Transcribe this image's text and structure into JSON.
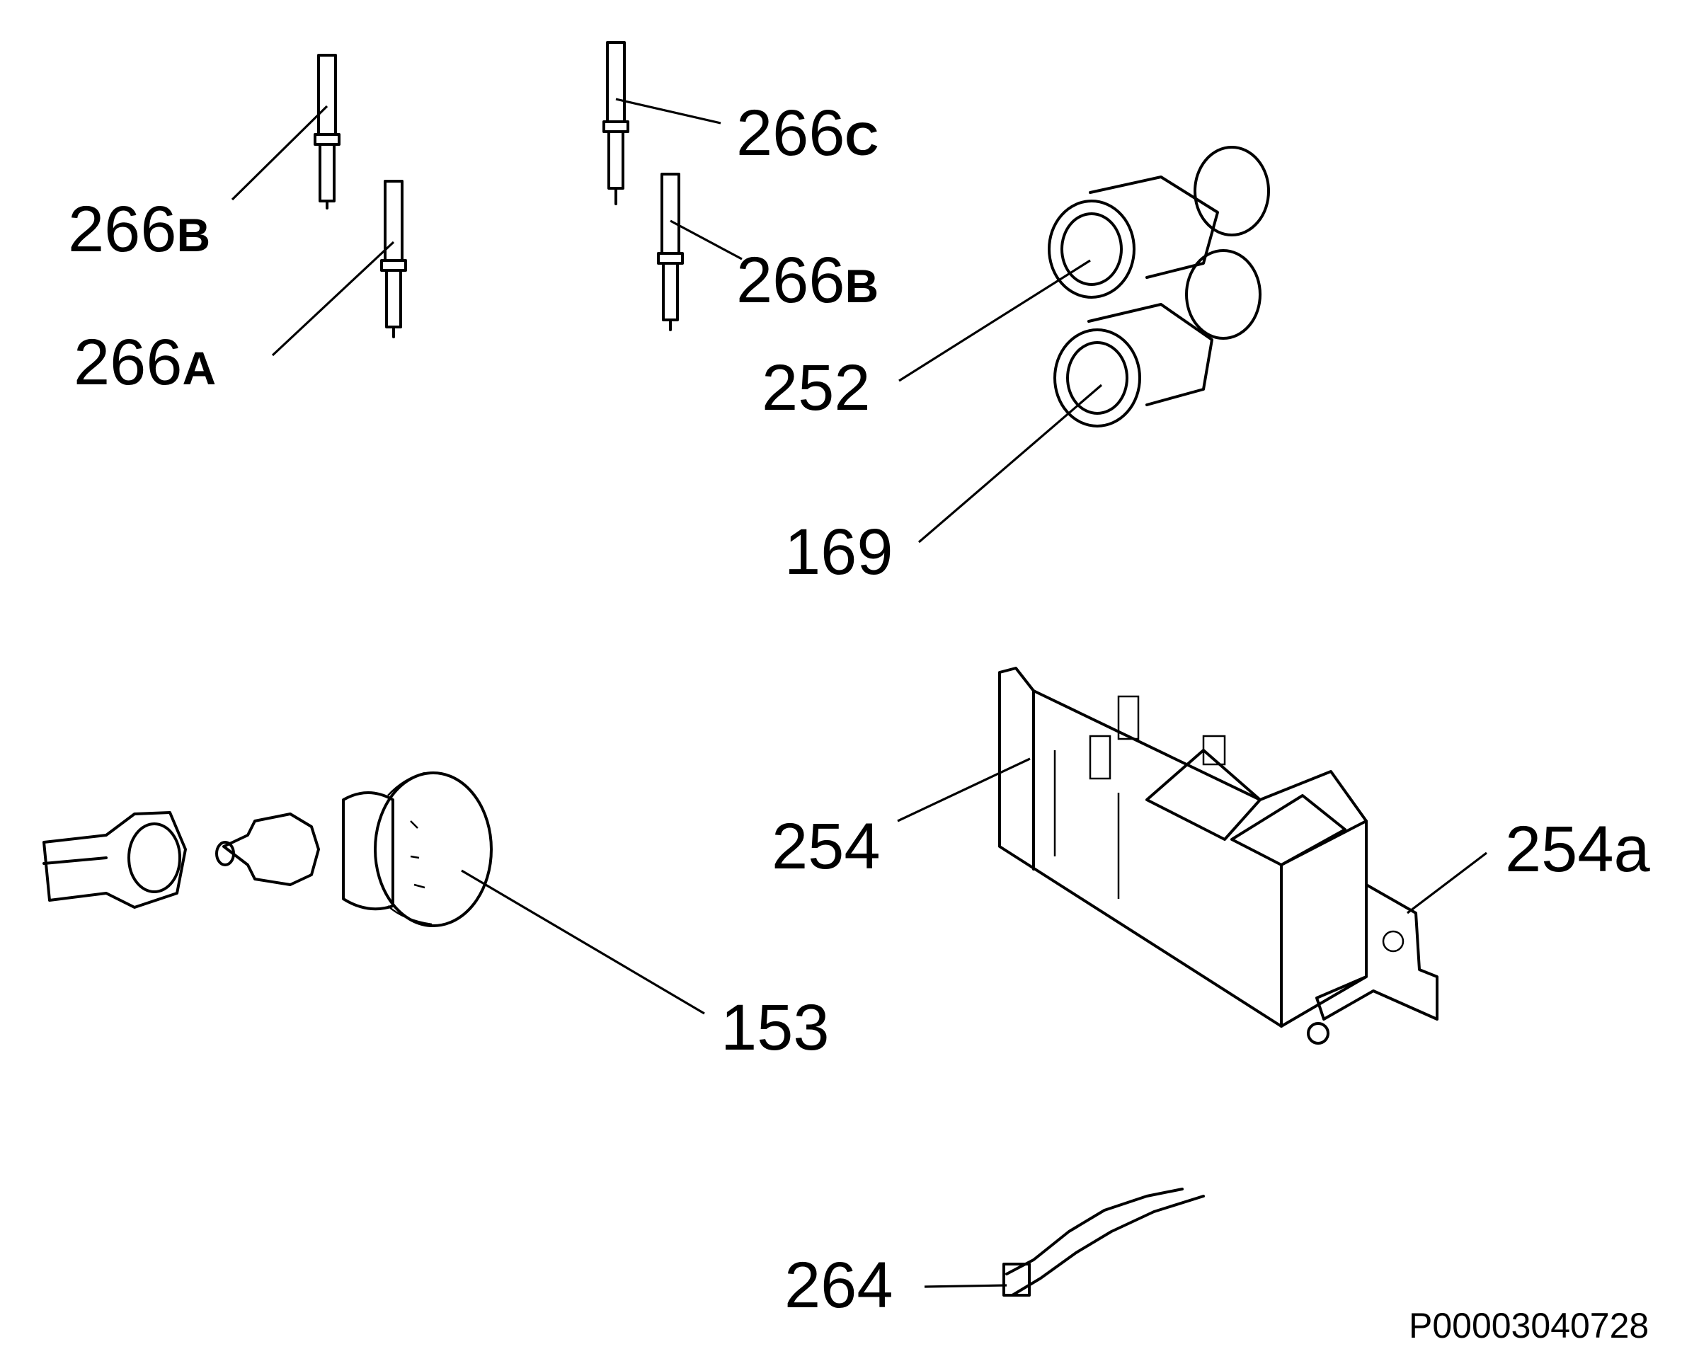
{
  "callouts": {
    "c266b_left": {
      "num": "266",
      "suffix": "B"
    },
    "c266a": {
      "num": "266",
      "suffix": "A"
    },
    "c266c": {
      "num": "266",
      "suffix": "C"
    },
    "c266b_right": {
      "num": "266",
      "suffix": "B"
    },
    "c252": {
      "num": "252"
    },
    "c169": {
      "num": "169"
    },
    "c254": {
      "num": "254"
    },
    "c254a": {
      "num": "254",
      "suffix": "a"
    },
    "c153": {
      "num": "153"
    },
    "c264": {
      "num": "264"
    }
  },
  "drawing_code": "P00003040728"
}
